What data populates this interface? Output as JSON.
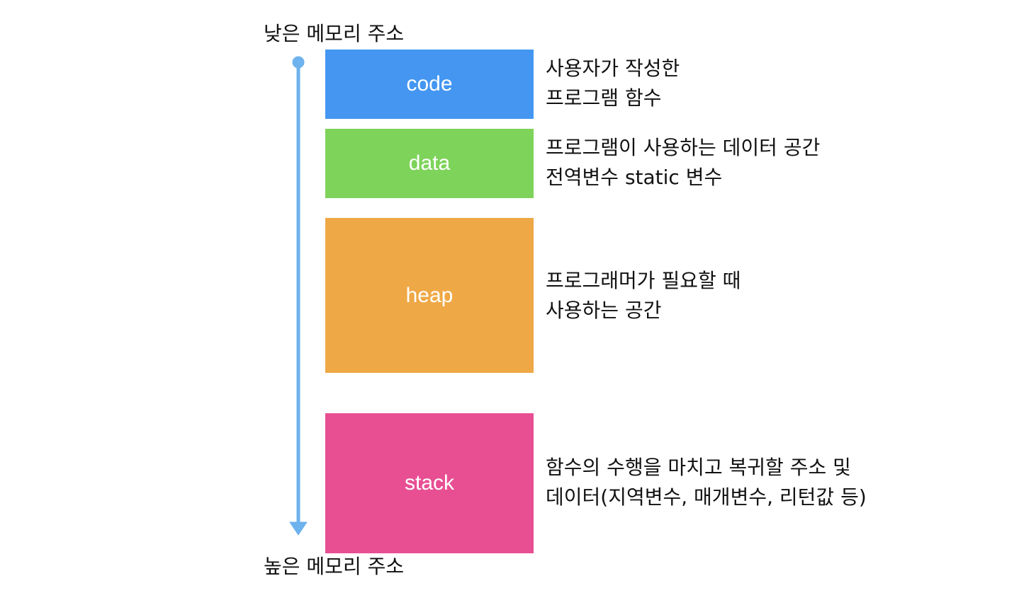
{
  "labels": {
    "low_address": "낮은 메모리 주소",
    "high_address": "높은 메모리 주소"
  },
  "segments": [
    {
      "id": "code",
      "name": "code",
      "color": "#4496F1",
      "description": [
        "사용자가 작성한",
        "프로그램 함수"
      ]
    },
    {
      "id": "data",
      "name": "data",
      "color": "#7ED35A",
      "description": [
        "프로그램이 사용하는 데이터 공간",
        "전역변수 static 변수"
      ]
    },
    {
      "id": "heap",
      "name": "heap",
      "color": "#EFA846",
      "description": [
        "프로그래머가 필요할 때",
        "사용하는 공간"
      ]
    },
    {
      "id": "stack",
      "name": "stack",
      "color": "#E84F93",
      "description": [
        "함수의 수행을 마치고 복귀할 주소 및",
        "데이터(지역변수, 매개변수, 리턴값 등)"
      ]
    }
  ],
  "arrow_color": "#6EB2EE"
}
